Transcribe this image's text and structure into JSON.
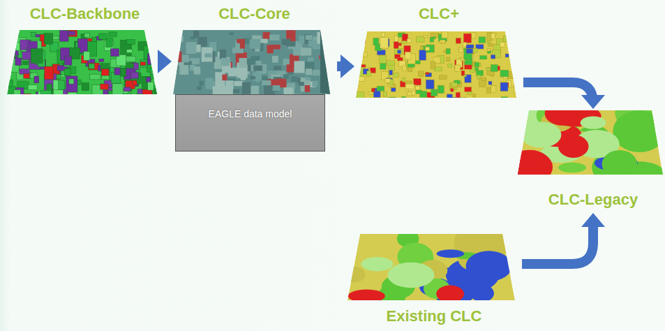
{
  "diagram": {
    "nodes": [
      {
        "text": [
          "CLC-Backbone"
        ]
      },
      {
        "text": [
          "CLC-Core"
        ]
      },
      {
        "text": [
          "EAGLE data model"
        ],
        "in": 1
      },
      {
        "text": [
          "CLC+"
        ]
      },
      {
        "text": [
          "CLC-Legacy"
        ]
      },
      {
        "text": [
          "Existing CLC"
        ]
      }
    ],
    "edges": [
      {
        "from": 0,
        "to": 1,
        "arrow": "to"
      },
      {
        "from": 1,
        "to": 3,
        "arrow": "to"
      },
      {
        "from": 3,
        "to": 4,
        "arrow": "to"
      },
      {
        "from": 5,
        "to": 4,
        "arrow": "to"
      }
    ]
  }
}
